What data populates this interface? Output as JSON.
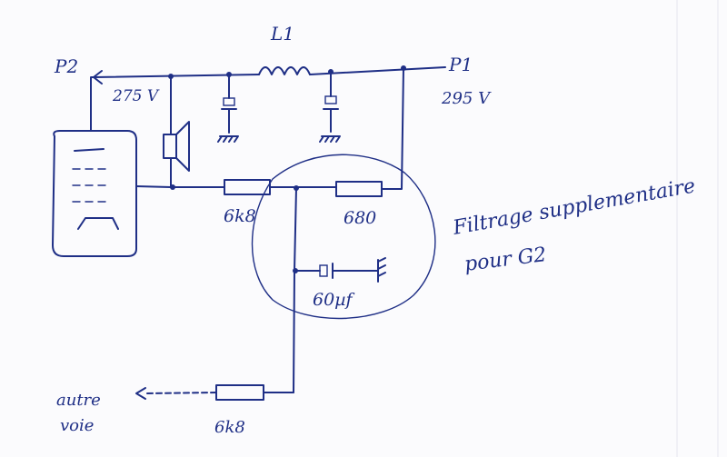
{
  "labels": {
    "inductor": "L1",
    "node_p2": "P2",
    "node_p1": "P1",
    "voltage_p2": "275 V",
    "voltage_p1": "295 V",
    "r_left": "6k8",
    "r_right": "680",
    "capacitor": "60µf",
    "r_bottom": "6k8",
    "other_channel_line1": "autre",
    "other_channel_line2": "voie",
    "note_line1": "Filtrage supplementaire",
    "note_line2": "pour G2"
  },
  "colors": {
    "ink": "#1f2f86",
    "paper": "#fbfbfd"
  }
}
